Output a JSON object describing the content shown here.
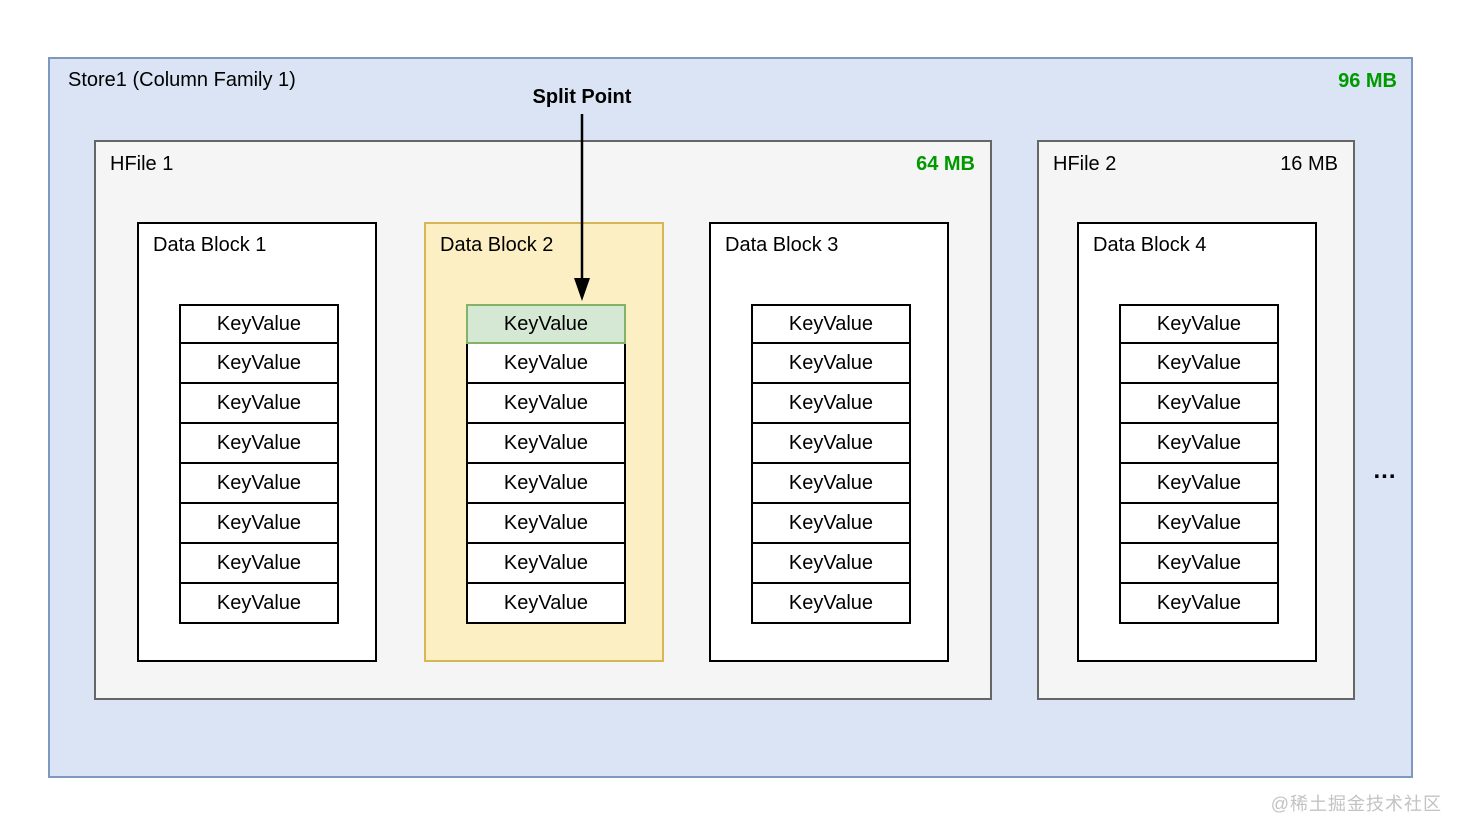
{
  "diagram": {
    "store": {
      "title": "Store1 (Column Family 1)",
      "size_label": "96 MB",
      "split_point_label": "Split Point",
      "ellipsis": "..."
    },
    "hfiles": [
      {
        "name": "HFile 1",
        "size": "64 MB",
        "size_highlighted": true,
        "blocks": [
          {
            "name": "Data Block 1",
            "highlighted": false,
            "keyvalues": [
              "KeyValue",
              "KeyValue",
              "KeyValue",
              "KeyValue",
              "KeyValue",
              "KeyValue",
              "KeyValue",
              "KeyValue"
            ]
          },
          {
            "name": "Data Block 2",
            "highlighted": true,
            "split_point_row": 0,
            "keyvalues": [
              "KeyValue",
              "KeyValue",
              "KeyValue",
              "KeyValue",
              "KeyValue",
              "KeyValue",
              "KeyValue",
              "KeyValue"
            ]
          },
          {
            "name": "Data Block 3",
            "highlighted": false,
            "keyvalues": [
              "KeyValue",
              "KeyValue",
              "KeyValue",
              "KeyValue",
              "KeyValue",
              "KeyValue",
              "KeyValue",
              "KeyValue"
            ]
          }
        ]
      },
      {
        "name": "HFile 2",
        "size": "16 MB",
        "size_highlighted": false,
        "blocks": [
          {
            "name": "Data Block 4",
            "highlighted": false,
            "keyvalues": [
              "KeyValue",
              "KeyValue",
              "KeyValue",
              "KeyValue",
              "KeyValue",
              "KeyValue",
              "KeyValue",
              "KeyValue"
            ]
          }
        ]
      }
    ],
    "colors": {
      "store_fill": "#dae4f5",
      "store_border": "#7e99c0",
      "hfile_fill": "#f5f5f5",
      "hfile_border": "#666666",
      "block_border": "#000000",
      "highlight_block_fill": "#fcefc4",
      "highlight_block_border": "#d6b656",
      "split_cell_fill": "#d5e8d4",
      "split_cell_border": "#82b366",
      "size_green": "#009900"
    }
  },
  "watermark": "@稀土掘金技术社区"
}
